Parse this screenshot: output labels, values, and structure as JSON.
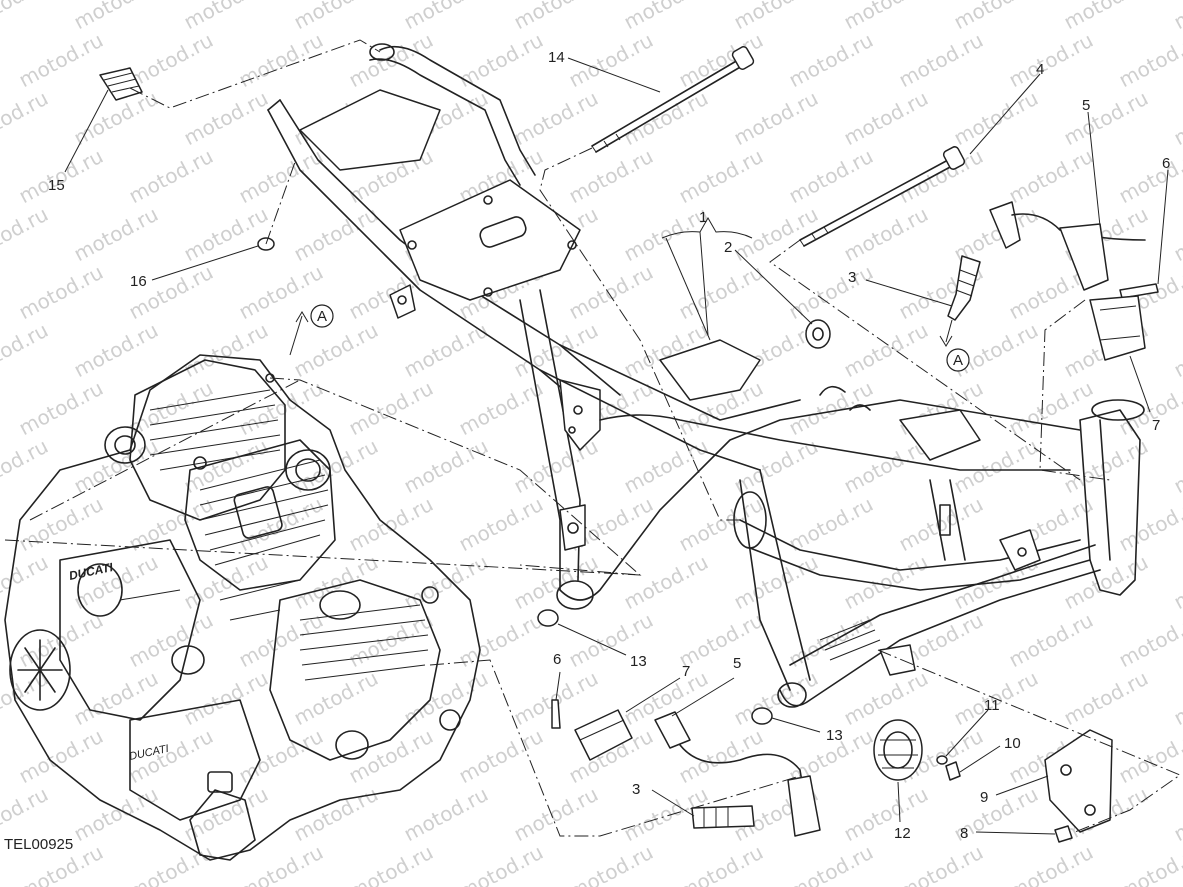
{
  "drawing_code": "TEL00925",
  "watermark_text": "motod.ru",
  "callouts": [
    {
      "id": "c15",
      "label": "15"
    },
    {
      "id": "c16",
      "label": "16"
    },
    {
      "id": "c14",
      "label": "14"
    },
    {
      "id": "c4",
      "label": "4"
    },
    {
      "id": "c5a",
      "label": "5"
    },
    {
      "id": "c6a",
      "label": "6"
    },
    {
      "id": "c1",
      "label": "1"
    },
    {
      "id": "c2",
      "label": "2"
    },
    {
      "id": "c3a",
      "label": "3"
    },
    {
      "id": "c7a",
      "label": "7"
    },
    {
      "id": "c13a",
      "label": "13"
    },
    {
      "id": "c13b",
      "label": "13"
    },
    {
      "id": "c6b",
      "label": "6"
    },
    {
      "id": "c7b",
      "label": "7"
    },
    {
      "id": "c5b",
      "label": "5"
    },
    {
      "id": "c3b",
      "label": "3"
    },
    {
      "id": "c11",
      "label": "11"
    },
    {
      "id": "c10",
      "label": "10"
    },
    {
      "id": "c9",
      "label": "9"
    },
    {
      "id": "c12",
      "label": "12"
    },
    {
      "id": "c8",
      "label": "8"
    }
  ],
  "reference_markers": [
    {
      "id": "ra",
      "label": "A"
    },
    {
      "id": "rb",
      "label": "A"
    }
  ],
  "engine_logo_text": "DUCATI"
}
